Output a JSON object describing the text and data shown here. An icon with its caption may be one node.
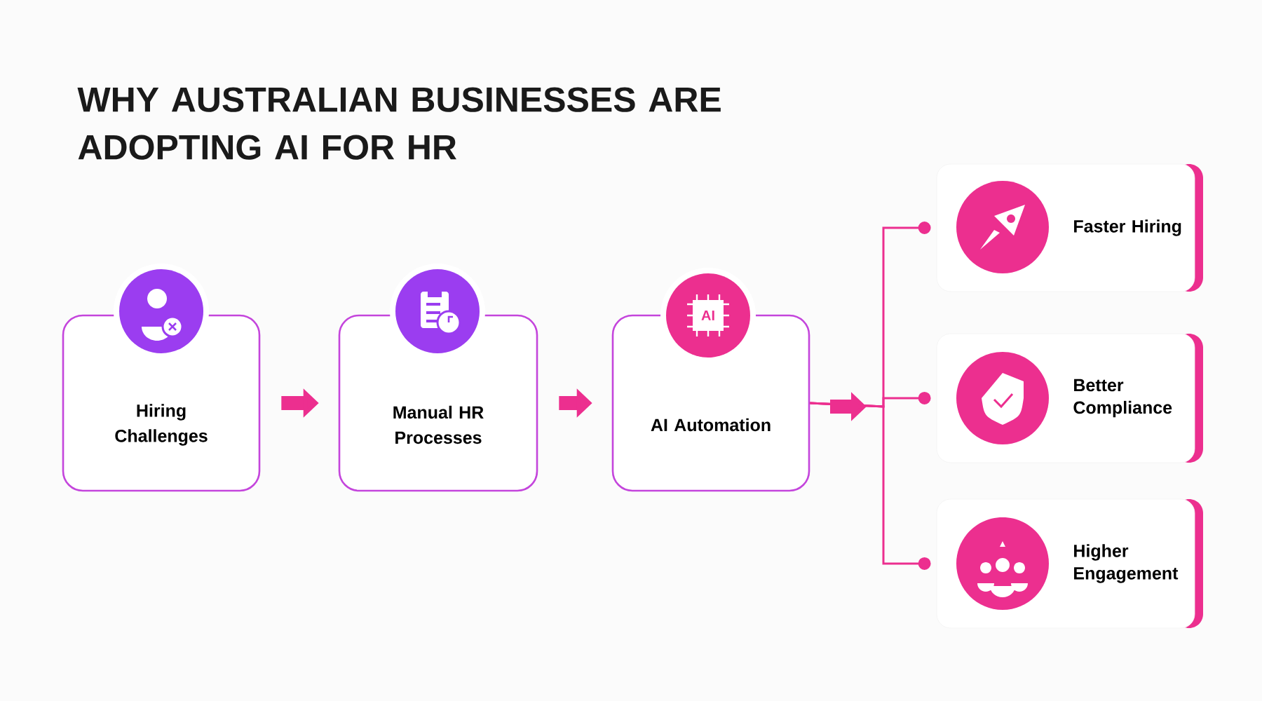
{
  "diagram": {
    "title": "WHY AUSTRALIAN BUSINESSES ARE ADOPTING AI FOR HR",
    "nodes": [
      {
        "text": [
          "Hiring Challenges"
        ]
      },
      {
        "text": [
          "Manual HR Processes"
        ]
      },
      {
        "text": [
          "AI Automation"
        ]
      },
      {
        "text": [
          "Faster Hiring"
        ]
      },
      {
        "text": [
          "Better Compliance"
        ]
      },
      {
        "text": [
          "Higher Engagement"
        ]
      }
    ],
    "edges": [
      {
        "from": 0,
        "to": 1,
        "arrow": "to",
        "style": "thick"
      },
      {
        "from": 1,
        "to": 2,
        "arrow": "to",
        "style": "thick"
      },
      {
        "from": 2,
        "to": 3,
        "arrow": "other"
      },
      {
        "from": 2,
        "to": 4,
        "arrow": "other"
      },
      {
        "from": 2,
        "to": 5,
        "arrow": "other"
      }
    ],
    "labels": [
      "AI"
    ]
  }
}
